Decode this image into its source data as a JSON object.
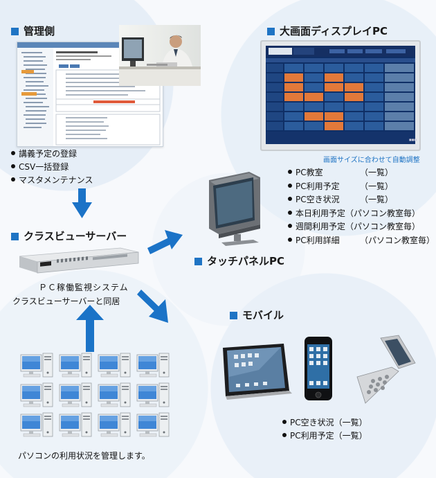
{
  "sections": {
    "admin": {
      "title": "管理側",
      "bullets": [
        "講義予定の登録",
        "CSV一括登録",
        "マスタメンテナンス"
      ]
    },
    "display": {
      "title": "大画面ディスプレイPC",
      "note": "画面サイズに合わせて自動調整",
      "items": [
        {
          "label": "PC教室",
          "detail": "（一覧）"
        },
        {
          "label": "PC利用予定",
          "detail": "（一覧）"
        },
        {
          "label": "PC空き状況",
          "detail": "（一覧）"
        },
        {
          "label": "本日利用予定",
          "detail": "（パソコン教室毎）"
        },
        {
          "label": "週間利用予定",
          "detail": "（パソコン教室毎）"
        },
        {
          "label": "PC利用詳細",
          "detail": "（パソコン教室毎）"
        }
      ]
    },
    "server": {
      "title": "クラスビューサーバー",
      "desc_line1": "ＰＣ稼働監視システム",
      "desc_line2": "クラスビューサーバーと同居"
    },
    "touch": {
      "title": "タッチパネルPC"
    },
    "mobile": {
      "title": "モバイル",
      "bullets": [
        "PC空き状況（一覧）",
        "PC利用予定（一覧）"
      ]
    },
    "clients": {
      "caption": "パソコンの利用状況を管理します。"
    }
  },
  "colors": {
    "accent": "#1f74c4",
    "arrow": "#1b73c7"
  }
}
